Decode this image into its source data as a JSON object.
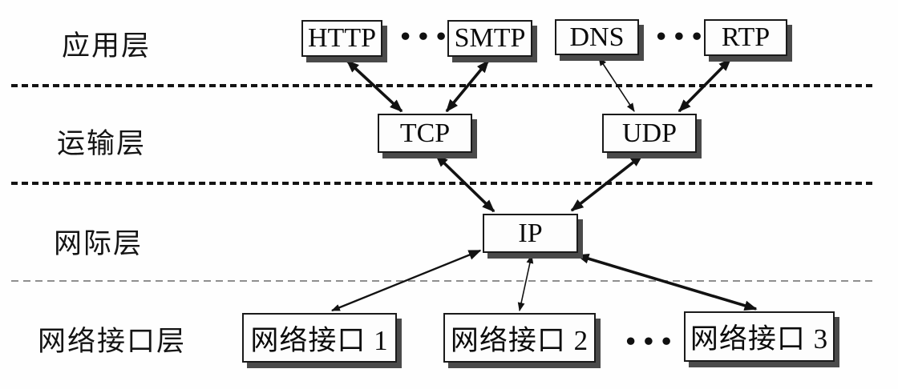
{
  "diagram": {
    "type": "tcp-ip-protocol-stack",
    "layers": [
      {
        "id": "application",
        "label": "应用层"
      },
      {
        "id": "transport",
        "label": "运输层"
      },
      {
        "id": "internet",
        "label": "网际层"
      },
      {
        "id": "network-interface",
        "label": "网络接口层"
      }
    ],
    "nodes": {
      "http": "HTTP",
      "smtp": "SMTP",
      "dns": "DNS",
      "rtp": "RTP",
      "tcp": "TCP",
      "udp": "UDP",
      "ip": "IP",
      "ni1": "网络接口 1",
      "ni2": "网络接口 2",
      "ni3": "网络接口 3"
    },
    "ellipsis": "•••",
    "edges": [
      {
        "from": "HTTP",
        "to": "TCP",
        "bidirectional": true,
        "weight": "thick"
      },
      {
        "from": "SMTP",
        "to": "TCP",
        "bidirectional": true,
        "weight": "thick"
      },
      {
        "from": "DNS",
        "to": "UDP",
        "bidirectional": true,
        "weight": "thin"
      },
      {
        "from": "RTP",
        "to": "UDP",
        "bidirectional": true,
        "weight": "thick"
      },
      {
        "from": "TCP",
        "to": "IP",
        "bidirectional": true,
        "weight": "thick"
      },
      {
        "from": "UDP",
        "to": "IP",
        "bidirectional": true,
        "weight": "thick"
      },
      {
        "from": "IP",
        "to": "网络接口 1",
        "bidirectional": true,
        "weight": "medium"
      },
      {
        "from": "IP",
        "to": "网络接口 2",
        "bidirectional": true,
        "weight": "thin"
      },
      {
        "from": "IP",
        "to": "网络接口 3",
        "bidirectional": true,
        "weight": "thick"
      }
    ],
    "colors": {
      "background": "#fefefe",
      "line": "#121212",
      "box_border": "#1a1a1a",
      "box_shadow": "#4a4a4a",
      "separator_bold": "#141414",
      "separator_light": "#8f8f8f"
    }
  }
}
